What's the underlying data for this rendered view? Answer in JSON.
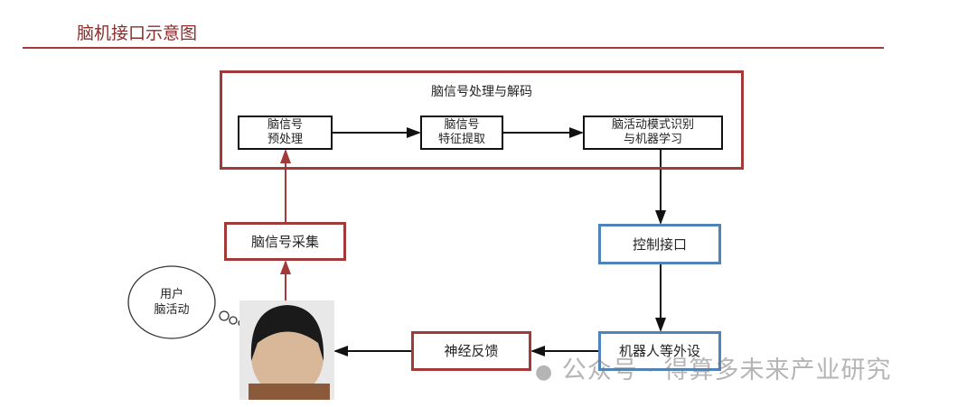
{
  "title": "脑机接口示意图",
  "processing": {
    "title": "脑信号处理与解码",
    "steps": [
      {
        "line1": "脑信号",
        "line2": "预处理"
      },
      {
        "line1": "脑信号",
        "line2": "特征提取"
      },
      {
        "line1": "脑活动模式识别",
        "line2": "与机器学习"
      }
    ]
  },
  "acquisition": "脑信号采集",
  "control_interface": "控制接口",
  "peripherals": "机器人等外设",
  "feedback": "神经反馈",
  "thought": {
    "line1": "用户",
    "line2": "脑活动"
  },
  "watermark": "公众号 · 得算多未来产业研究",
  "colors": {
    "red": "#a33a3a",
    "blue": "#4f84bb"
  }
}
